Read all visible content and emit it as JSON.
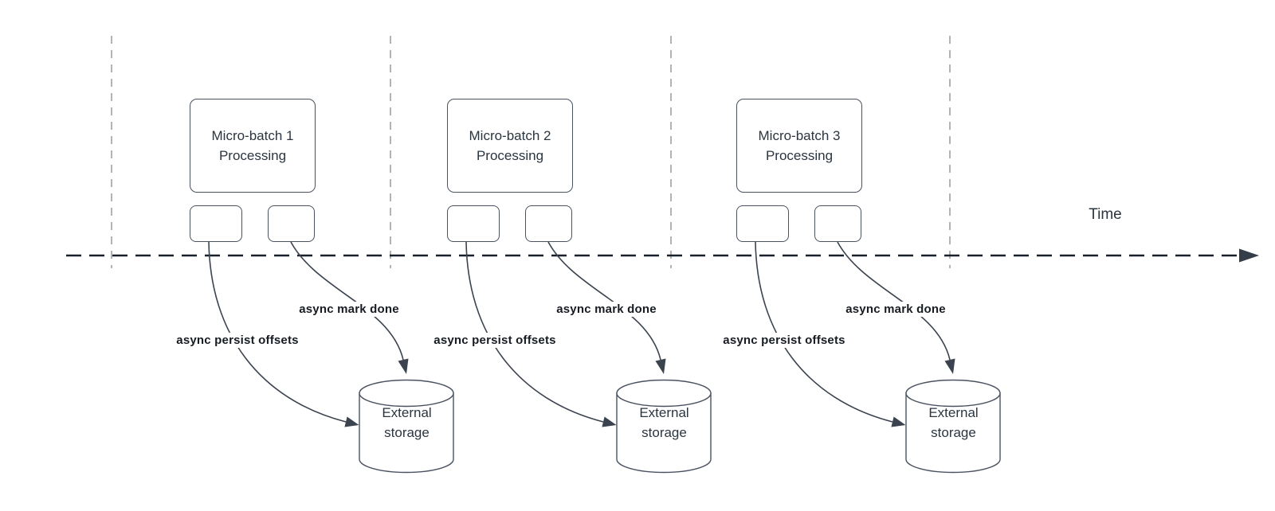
{
  "timeline": {
    "label": "Time"
  },
  "groups": [
    {
      "title_line1": "Micro-batch 1",
      "title_line2": "Processing",
      "persist_label": "async persist offsets",
      "done_label": "async mark done",
      "storage_line1": "External",
      "storage_line2": "storage"
    },
    {
      "title_line1": "Micro-batch 2",
      "title_line2": "Processing",
      "persist_label": "async persist offsets",
      "done_label": "async mark done",
      "storage_line1": "External",
      "storage_line2": "storage"
    },
    {
      "title_line1": "Micro-batch 3",
      "title_line2": "Processing",
      "persist_label": "async persist offsets",
      "done_label": "async mark done",
      "storage_line1": "External",
      "storage_line2": "storage"
    }
  ],
  "colors": {
    "background": "#ffffff",
    "shape_stroke": "#4a5260",
    "arrow_stroke": "#3b434f",
    "timeline_stroke": "#1b212b",
    "gridline_stroke": "#a9abae",
    "shape_text": "#2b3540",
    "edge_label_text": "#171b22"
  }
}
